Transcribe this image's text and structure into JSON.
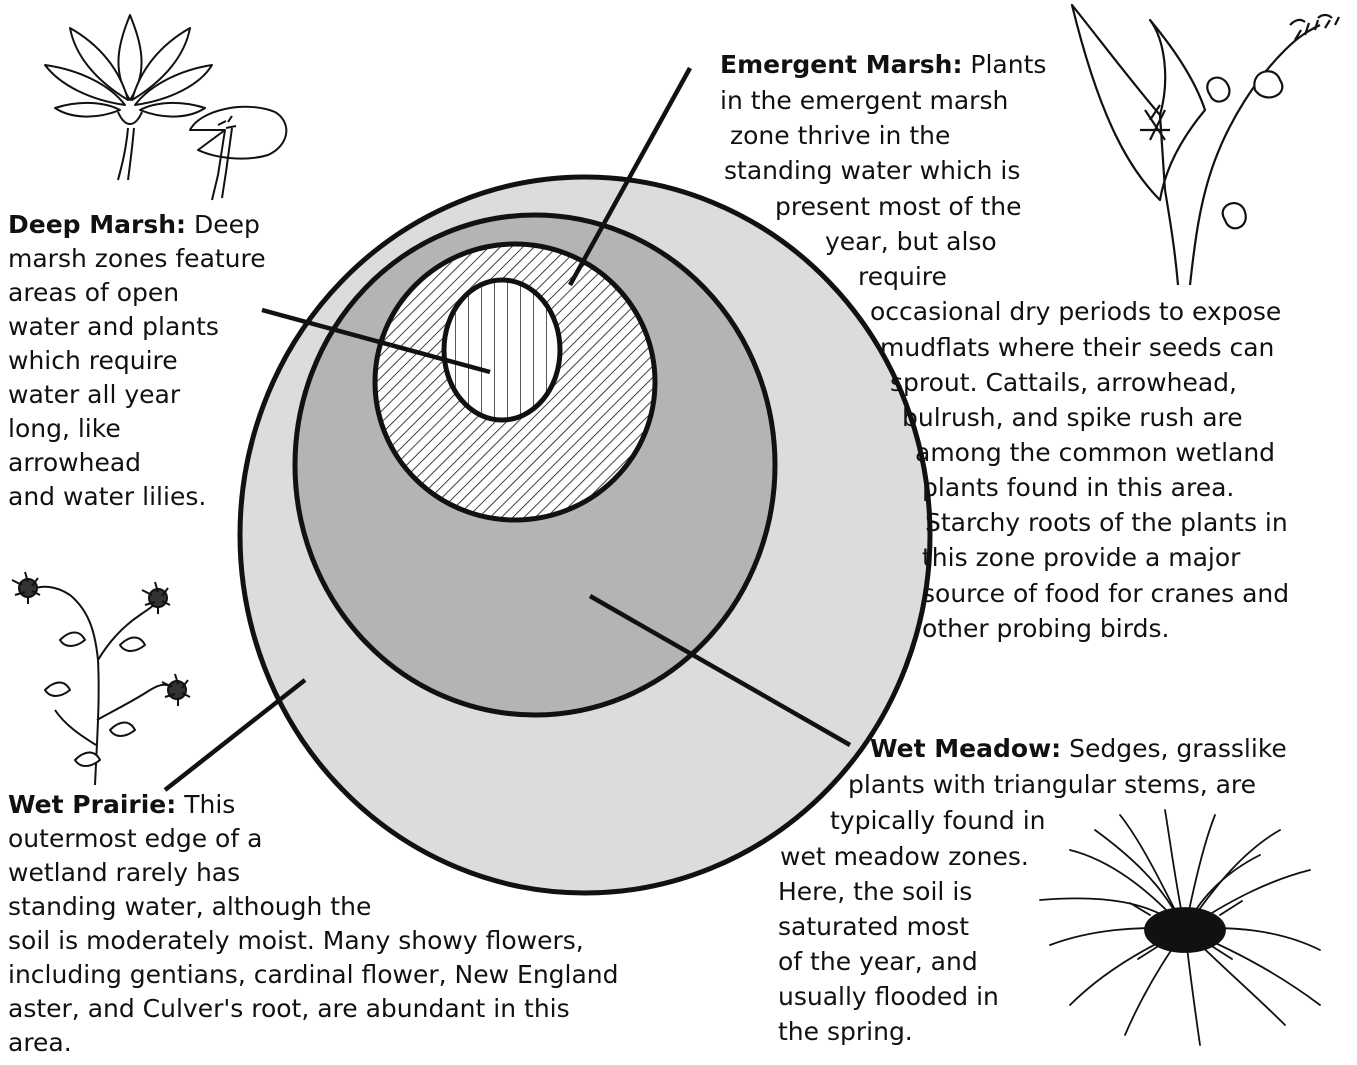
{
  "zones": {
    "deep_marsh": {
      "title": "Deep Marsh:",
      "lines": [
        " Deep",
        "marsh zones feature",
        "areas of open",
        "water and plants",
        "which require",
        "water all year",
        "long, like",
        "arrowhead",
        "and water lilies."
      ]
    },
    "emergent_marsh": {
      "title": "Emergent Marsh:",
      "lines": [
        " Plants",
        "in the emergent marsh",
        "zone thrive in the",
        "standing water which is",
        "present most of the",
        "year, but also",
        "require",
        "occasional dry periods to expose",
        "mudflats where their seeds can",
        "sprout.  Cattails, arrowhead,",
        "bulrush, and spike rush are",
        "among the common wetland",
        "plants found in this area.",
        "Starchy roots of the plants in",
        "this zone provide a major",
        "source of food for cranes and",
        "other probing birds."
      ]
    },
    "wet_meadow": {
      "title": "Wet Meadow:",
      "lines": [
        " Sedges,  grasslike",
        "plants with triangular stems, are",
        "typically found in",
        "wet meadow zones.",
        "Here, the soil is",
        "saturated most",
        "of the year, and",
        "usually flooded in",
        "the spring."
      ]
    },
    "wet_prairie": {
      "title": "Wet Prairie:",
      "lines": [
        " This",
        "outermost edge of a",
        "wetland rarely has",
        "standing water, although the",
        "soil is moderately moist.  Many showy flowers,",
        "including gentians, cardinal flower, New England",
        "aster, and Culver's root, are abundant in this",
        "area."
      ]
    }
  },
  "colors": {
    "outline": "#111111",
    "wet_prairie_fill": "#dcdcdc",
    "wet_meadow_fill": "#b4b4b4",
    "emergent_marsh_fill": "#ffffff",
    "deep_marsh_fill": "#ffffff"
  },
  "illustrations": [
    "water-lily-icon",
    "arrowhead-plant-icon",
    "aster-flower-icon",
    "sedge-grass-icon"
  ]
}
